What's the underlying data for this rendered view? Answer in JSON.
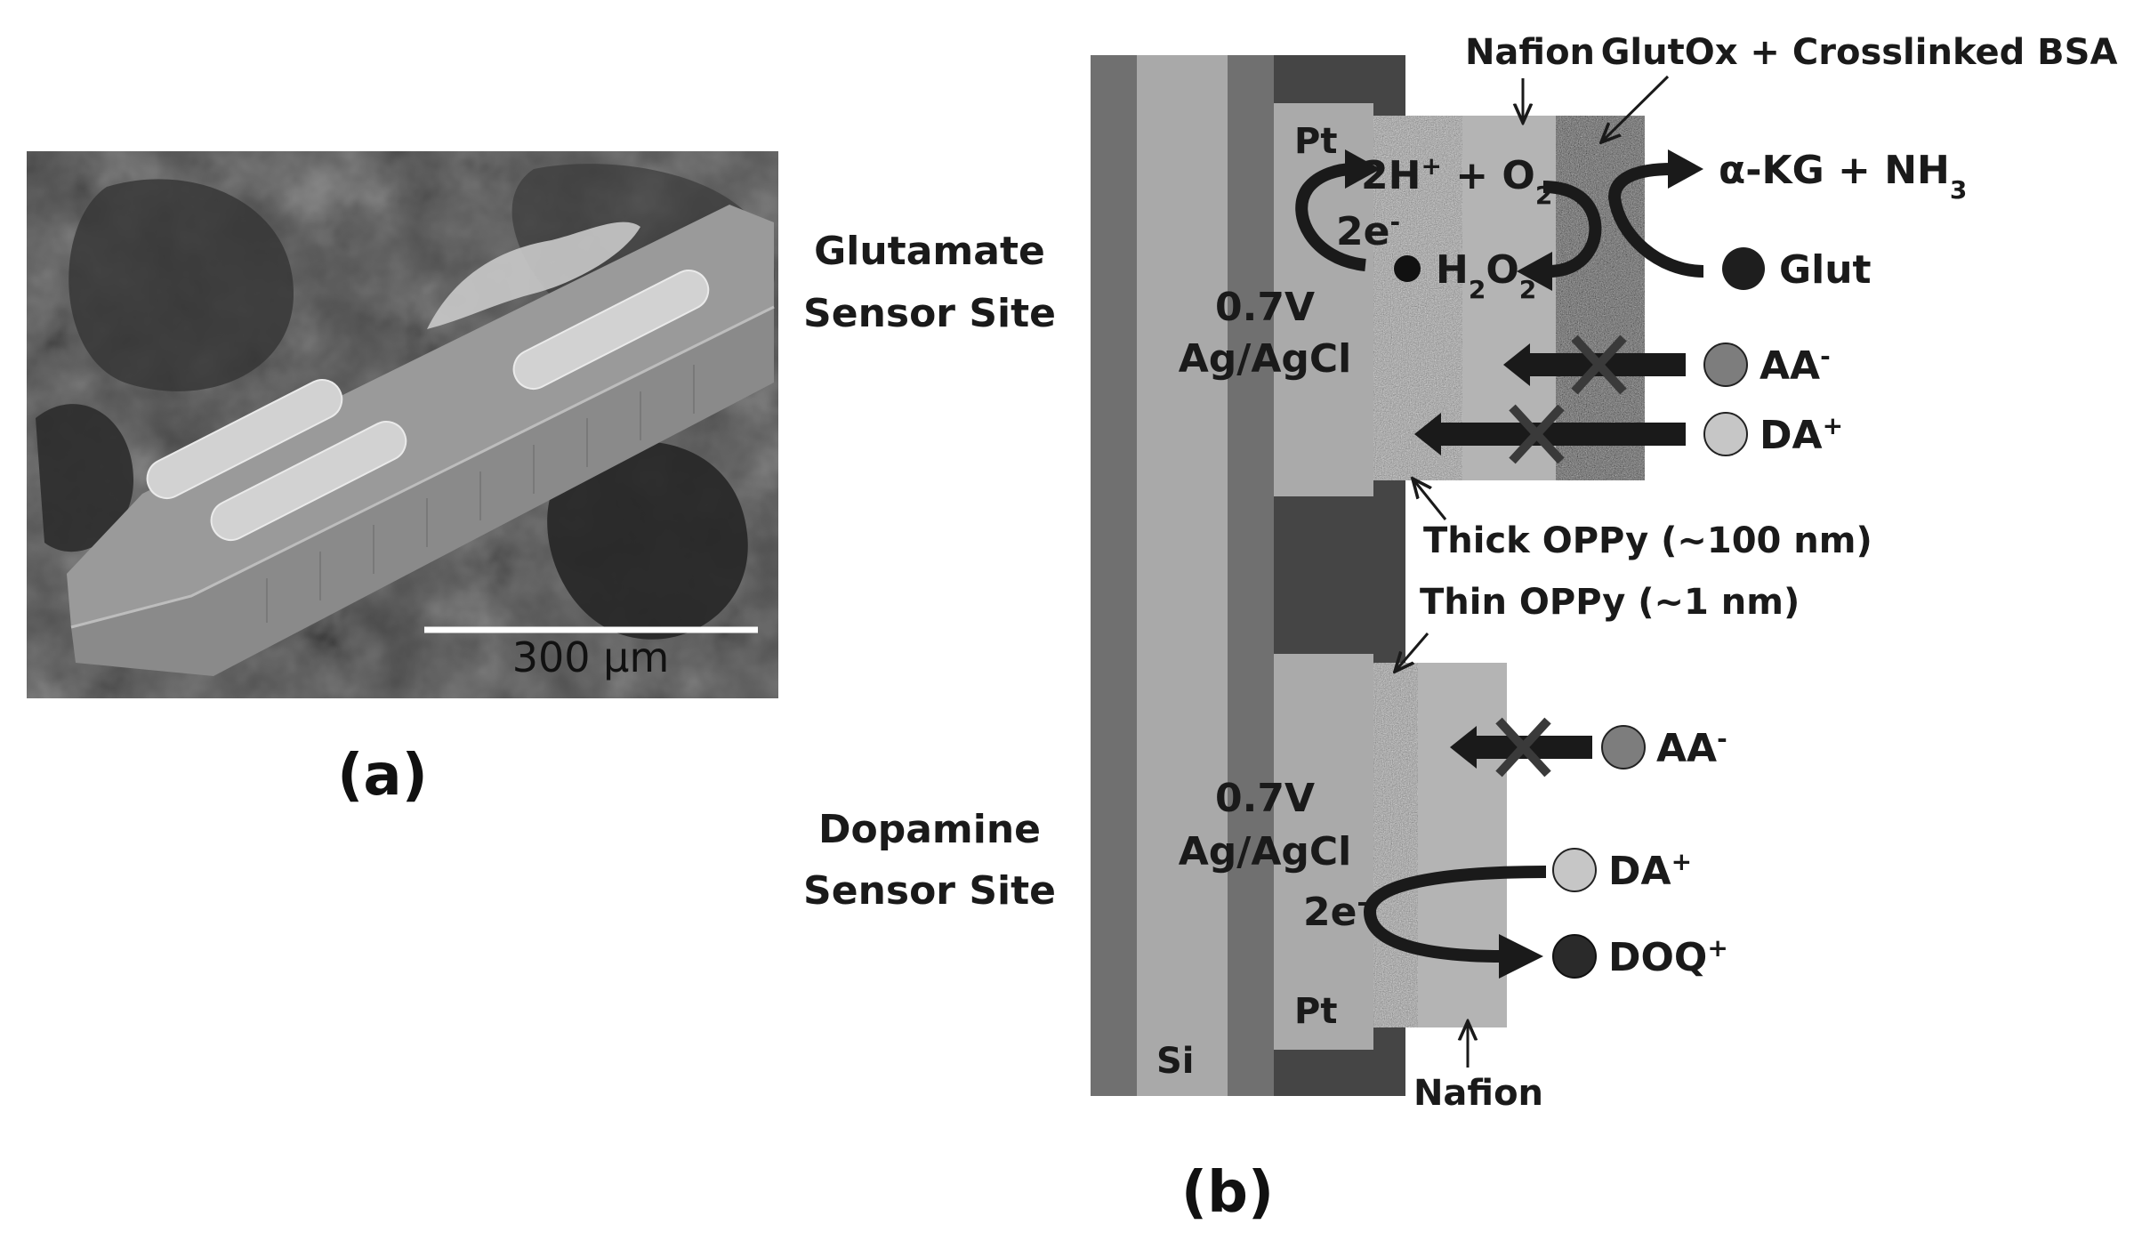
{
  "panel_a": {
    "label": "(a)",
    "scale_bar": "300 µm"
  },
  "panel_b": {
    "label": "(b)",
    "glutamate_site": {
      "line1": "Glutamate",
      "line2": "Sensor Site"
    },
    "dopamine_site": {
      "line1": "Dopamine",
      "line2": "Sensor Site"
    },
    "layers": {
      "nafion_top": "Nafion",
      "glutox": "GlutOx + Crosslinked BSA",
      "thick_oppy": "Thick OPPy (~100 nm)",
      "thin_oppy": "Thin OPPy (~1 nm)",
      "nafion_bottom": "Nafion",
      "pt_top": "Pt",
      "pt_bottom": "Pt",
      "si": "Si"
    },
    "glutamate_reaction": {
      "reactants": {
        "a": "2H",
        "a_sup": "+",
        "b": " + O",
        "b_sub": "2"
      },
      "electrons": {
        "base": "2e",
        "sup": "-"
      },
      "peroxide": {
        "a": "H",
        "a_sub": "2",
        "b": "O",
        "b_sub": "2"
      },
      "products": {
        "a": "α-KG + NH",
        "a_sub": "3"
      },
      "glut": "Glut",
      "potential": "0.7V",
      "reference": "Ag/AgCl",
      "aa": {
        "base": "AA",
        "sup": "-"
      },
      "da": {
        "base": "DA",
        "sup": "+"
      }
    },
    "dopamine_reaction": {
      "aa": {
        "base": "AA",
        "sup": "-"
      },
      "da": {
        "base": "DA",
        "sup": "+"
      },
      "doq": {
        "base": "DOQ",
        "sup": "+"
      },
      "electrons": {
        "base": "2e",
        "sup": "-"
      },
      "potential": "0.7V",
      "reference": "Ag/AgCl"
    }
  }
}
